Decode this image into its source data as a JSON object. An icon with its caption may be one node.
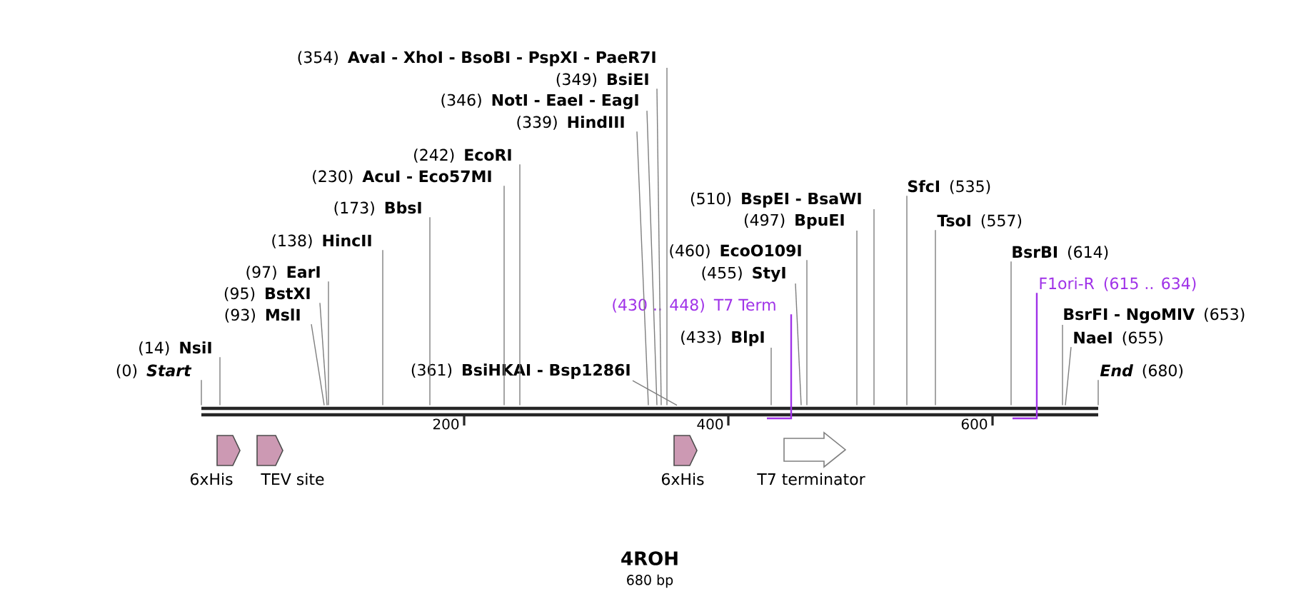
{
  "diagram": {
    "title": "4ROH",
    "nodes": [
      {
        "text": [],
        "shape": "bar"
      },
      {
        "text": [
          "(354)",
          "AvaI - XhoI - BsoBI - PspXI - PaeR7I"
        ]
      },
      {
        "text": [
          "(349)",
          "BsiEI"
        ]
      },
      {
        "text": [
          "(346)",
          "NotI - EaeI - EagI"
        ]
      },
      {
        "text": [
          "(339)",
          "HindIII"
        ]
      },
      {
        "text": [
          "(242)",
          "EcoRI"
        ]
      },
      {
        "text": [
          "(230)",
          "AcuI - Eco57MI"
        ]
      },
      {
        "text": [
          "(173)",
          "BbsI"
        ]
      },
      {
        "text": [
          "(138)",
          "HincII"
        ]
      },
      {
        "text": [
          "(97)",
          "EarI"
        ]
      },
      {
        "text": [
          "(95)",
          "BstXI"
        ]
      },
      {
        "text": [
          "(93)",
          "MslI"
        ]
      },
      {
        "text": [
          "(14)",
          "NsiI"
        ]
      },
      {
        "text": [
          "(0)",
          "Start"
        ]
      },
      {
        "text": [
          "(361)",
          "BsiHKAI - Bsp1286I"
        ]
      },
      {
        "text": [
          "(510)",
          "BspEI - BsaWI"
        ]
      },
      {
        "text": [
          "(497)",
          "BpuEI"
        ]
      },
      {
        "text": [
          "(460)",
          "EcoO109I"
        ]
      },
      {
        "text": [
          "(455)",
          "StyI"
        ]
      },
      {
        "text": [
          "(430 .. 448)",
          "T7 Term"
        ]
      },
      {
        "text": [
          "(433)",
          "BlpI"
        ]
      },
      {
        "text": [
          "SfcI",
          "(535)"
        ]
      },
      {
        "text": [
          "TsoI",
          "(557)"
        ]
      },
      {
        "text": [
          "BsrBI",
          "(614)"
        ]
      },
      {
        "text": [
          "F1ori-R",
          "(615 .. 634)"
        ]
      },
      {
        "text": [
          "BsrFI - NgoMIV",
          "(653)"
        ]
      },
      {
        "text": [
          "NaeI",
          "(655)"
        ]
      },
      {
        "text": [
          "End",
          "(680)"
        ]
      },
      {
        "text": [
          "6xHis"
        ]
      },
      {
        "text": [
          "TEV site"
        ]
      },
      {
        "text": [
          "6xHis"
        ]
      },
      {
        "text": [
          "T7 terminator"
        ]
      }
    ],
    "edges": [
      {
        "from": 1,
        "to": 0,
        "arrow": "none"
      },
      {
        "from": 2,
        "to": 0,
        "arrow": "none"
      },
      {
        "from": 3,
        "to": 0,
        "arrow": "none"
      },
      {
        "from": 4,
        "to": 0,
        "arrow": "none"
      },
      {
        "from": 5,
        "to": 0,
        "arrow": "none"
      },
      {
        "from": 6,
        "to": 0,
        "arrow": "none"
      },
      {
        "from": 7,
        "to": 0,
        "arrow": "none"
      },
      {
        "from": 8,
        "to": 0,
        "arrow": "none"
      },
      {
        "from": 9,
        "to": 0,
        "arrow": "none"
      },
      {
        "from": 10,
        "to": 0,
        "arrow": "none"
      },
      {
        "from": 11,
        "to": 0,
        "arrow": "none"
      },
      {
        "from": 12,
        "to": 0,
        "arrow": "none"
      },
      {
        "from": 13,
        "to": 0,
        "arrow": "none"
      },
      {
        "from": 14,
        "to": 0,
        "arrow": "none"
      },
      {
        "from": 15,
        "to": 0,
        "arrow": "none"
      },
      {
        "from": 16,
        "to": 0,
        "arrow": "none"
      },
      {
        "from": 17,
        "to": 0,
        "arrow": "none"
      },
      {
        "from": 18,
        "to": 0,
        "arrow": "none"
      },
      {
        "from": 19,
        "to": 0,
        "arrow": "none",
        "color": "#a033e8"
      },
      {
        "from": 20,
        "to": 0,
        "arrow": "none"
      },
      {
        "from": 21,
        "to": 0,
        "arrow": "none"
      },
      {
        "from": 22,
        "to": 0,
        "arrow": "none"
      },
      {
        "from": 23,
        "to": 0,
        "arrow": "none"
      },
      {
        "from": 24,
        "to": 0,
        "arrow": "none",
        "color": "#a033e8"
      },
      {
        "from": 25,
        "to": 0,
        "arrow": "none"
      },
      {
        "from": 26,
        "to": 0,
        "arrow": "none"
      },
      {
        "from": 27,
        "to": 0,
        "arrow": "none"
      }
    ],
    "labels": [
      "200",
      "400",
      "600",
      "680 bp"
    ]
  }
}
